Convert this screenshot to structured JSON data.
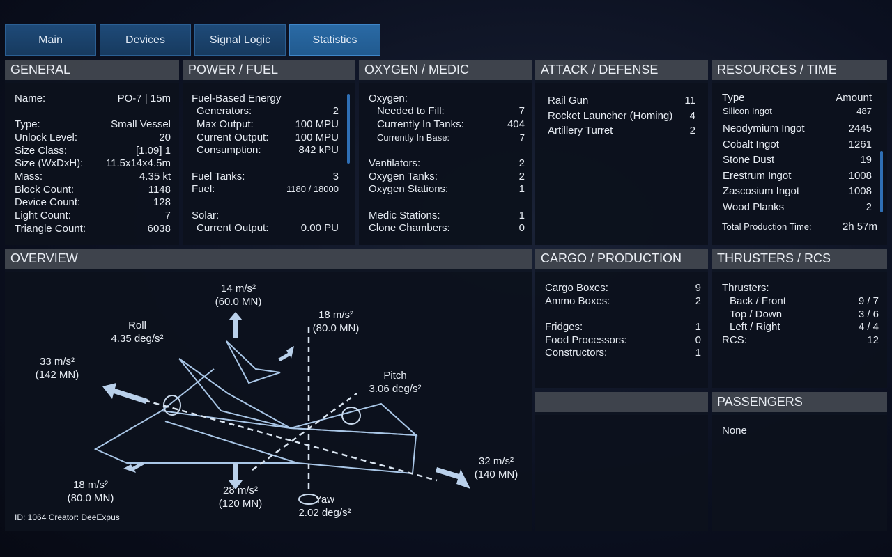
{
  "tabs": [
    {
      "label": "Main"
    },
    {
      "label": "Devices"
    },
    {
      "label": "Signal Logic"
    },
    {
      "label": "Statistics"
    }
  ],
  "general": {
    "title": "GENERAL",
    "rows": [
      {
        "k": "Name:",
        "v": "PO-7 | 15m"
      },
      {
        "k": "Type:",
        "v": "Small Vessel"
      },
      {
        "k": "Unlock Level:",
        "v": "20"
      },
      {
        "k": "Size Class:",
        "v": "[1.09]   1"
      },
      {
        "k": "Size (WxDxH):",
        "v": "11.5x14x4.5m"
      },
      {
        "k": "Mass:",
        "v": "4.35 kt"
      },
      {
        "k": "Block Count:",
        "v": "1148"
      },
      {
        "k": "Device Count:",
        "v": "128"
      },
      {
        "k": "Light Count:",
        "v": "7"
      },
      {
        "k": "Triangle Count:",
        "v": "6038"
      }
    ]
  },
  "power": {
    "title": "POWER / FUEL",
    "rows": [
      {
        "k": "Fuel-Based Energy",
        "v": ""
      },
      {
        "k": "Generators:",
        "v": "2"
      },
      {
        "k": "Max Output:",
        "v": "100 MPU"
      },
      {
        "k": "Current Output:",
        "v": "100 MPU"
      },
      {
        "k": "Consumption:",
        "v": "842 kPU"
      },
      {
        "k": "Fuel Tanks:",
        "v": "3"
      },
      {
        "k": "Fuel:",
        "v": "1180 / 18000"
      },
      {
        "k": "Solar:",
        "v": ""
      },
      {
        "k": "Current Output:",
        "v": "0.00 PU"
      }
    ]
  },
  "oxygen": {
    "title": "OXYGEN / MEDIC",
    "rows": [
      {
        "k": "Oxygen:",
        "v": ""
      },
      {
        "k": "Needed to Fill:",
        "v": "7"
      },
      {
        "k": "Currently In Tanks:",
        "v": "404"
      },
      {
        "k": "Currently In Base:",
        "v": "7"
      },
      {
        "k": "Ventilators:",
        "v": "2"
      },
      {
        "k": "Oxygen Tanks:",
        "v": "2"
      },
      {
        "k": "Oxygen Stations:",
        "v": "1"
      },
      {
        "k": "Medic Stations:",
        "v": "1"
      },
      {
        "k": "Clone Chambers:",
        "v": "0"
      }
    ]
  },
  "attack": {
    "title": "ATTACK / DEFENSE",
    "rows": [
      {
        "k": "Rail Gun",
        "v": "11"
      },
      {
        "k": "Rocket Launcher (Homing)",
        "v": "4"
      },
      {
        "k": "Artillery Turret",
        "v": "2"
      }
    ]
  },
  "resources": {
    "title": "RESOURCES / TIME",
    "col_type": "Type",
    "col_amount": "Amount",
    "rows": [
      {
        "k": "Silicon Ingot",
        "v": "487"
      },
      {
        "k": "Neodymium Ingot",
        "v": "2445"
      },
      {
        "k": "Cobalt Ingot",
        "v": "1261"
      },
      {
        "k": "Stone Dust",
        "v": "19"
      },
      {
        "k": "Erestrum Ingot",
        "v": "1008"
      },
      {
        "k": "Zascosium Ingot",
        "v": "1008"
      },
      {
        "k": "Wood Planks",
        "v": "2"
      }
    ],
    "total_label": "Total Production Time:",
    "total_value": "2h 57m"
  },
  "overview": {
    "title": "OVERVIEW",
    "up": {
      "accel": "14 m/s²",
      "force": "(60.0 MN)"
    },
    "front_up": {
      "accel": "18 m/s²",
      "force": "(80.0 MN)"
    },
    "roll": {
      "name": "Roll",
      "rate": "4.35 deg/s²"
    },
    "left": {
      "accel": "33 m/s²",
      "force": "(142 MN)"
    },
    "pitch": {
      "name": "Pitch",
      "rate": "3.06 deg/s²"
    },
    "right": {
      "accel": "32 m/s²",
      "force": "(140 MN)"
    },
    "down_left": {
      "accel": "18 m/s²",
      "force": "(80.0 MN)"
    },
    "down": {
      "accel": "28 m/s²",
      "force": "(120 MN)"
    },
    "yaw": {
      "name": "Yaw",
      "rate": "2.02 deg/s²"
    },
    "footer": "ID: 1064  Creator: DeeExpus"
  },
  "cargo": {
    "title": "CARGO / PRODUCTION",
    "rows": [
      {
        "k": "Cargo Boxes:",
        "v": "9"
      },
      {
        "k": "Ammo Boxes:",
        "v": "2"
      },
      {
        "k": "Fridges:",
        "v": "1"
      },
      {
        "k": "Food Processors:",
        "v": "0"
      },
      {
        "k": "Constructors:",
        "v": "1"
      }
    ]
  },
  "thrusters": {
    "title": "THRUSTERS / RCS",
    "rows": [
      {
        "k": "Thrusters:",
        "v": ""
      },
      {
        "k": "Back / Front",
        "v": "9 / 7"
      },
      {
        "k": "Top / Down",
        "v": "3 / 6"
      },
      {
        "k": "Left / Right",
        "v": "4 / 4"
      },
      {
        "k": "RCS:",
        "v": "12"
      }
    ]
  },
  "blank_panel": {
    "title": ""
  },
  "passengers": {
    "title": "PASSENGERS",
    "value": "None"
  },
  "colors": {
    "accent": "#2a6aa5",
    "header": "#464a52",
    "scroll": "#2f6fb5"
  }
}
